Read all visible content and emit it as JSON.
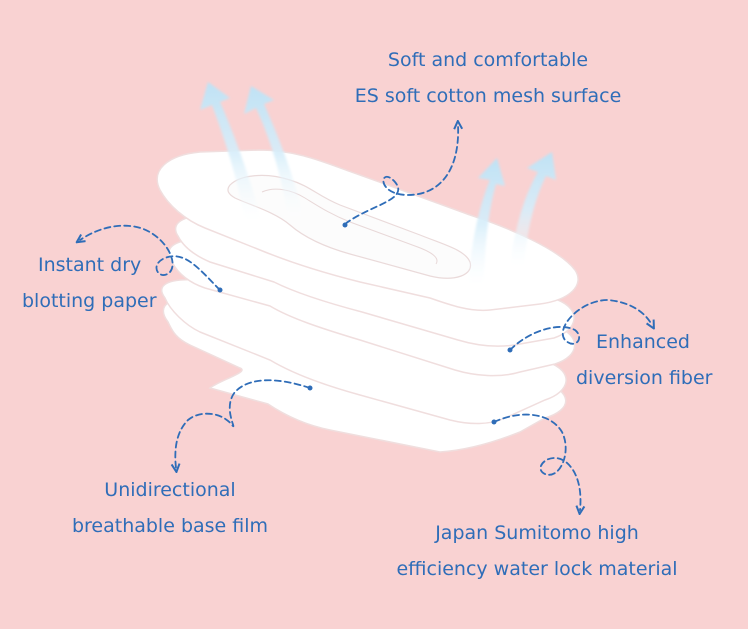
{
  "labels": {
    "surface": {
      "line1": "Soft and comfortable",
      "line2": "ES soft cotton mesh surface"
    },
    "dry_paper": {
      "line1": "Instant dry",
      "line2": "blotting paper"
    },
    "diversion": {
      "line1": "Enhanced",
      "line2": "diversion fiber"
    },
    "base_film": {
      "line1": "Unidirectional",
      "line2": "breathable base film"
    },
    "water_lock": {
      "line1": "Japan Sumitomo high",
      "line2": "efficiency water lock material"
    }
  },
  "colors": {
    "background": "#f9d2d2",
    "label_text": "#2f6db8",
    "callout_line": "#2f6db8",
    "layer_fill": "#ffffff",
    "airflow_arrow": "#c9e6f6"
  },
  "icons": {
    "airflow": "upward-airflow-arrow",
    "callout": "dashed-curved-arrow"
  }
}
